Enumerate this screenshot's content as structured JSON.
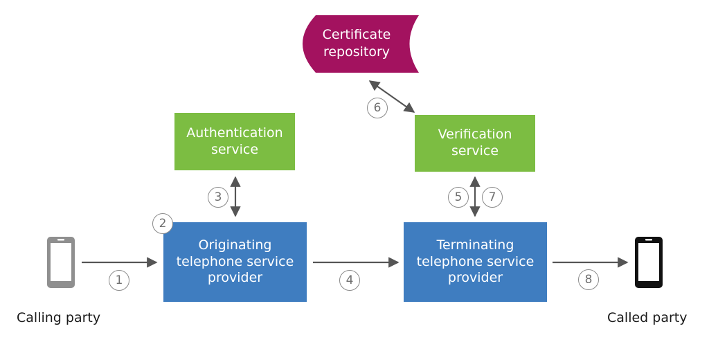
{
  "nodes": {
    "certificate_repository": "Certificate repository",
    "authentication_service": "Authentication service",
    "verification_service": "Verification service",
    "originating_provider": "Originating telephone service provider",
    "terminating_provider": "Terminating telephone service provider",
    "calling_party": "Calling party",
    "called_party": "Called party"
  },
  "steps": [
    "1",
    "2",
    "3",
    "4",
    "5",
    "6",
    "7",
    "8"
  ],
  "colors": {
    "service_green": "#7cbd42",
    "provider_blue": "#3f7dc0",
    "repository_magenta": "#a3125f",
    "arrow_gray": "#555555",
    "calling_phone_gray": "#8f8f8f",
    "called_phone_black": "#111111"
  },
  "icons": {
    "calling_phone": "mobile-phone-icon",
    "called_phone": "mobile-phone-icon"
  }
}
